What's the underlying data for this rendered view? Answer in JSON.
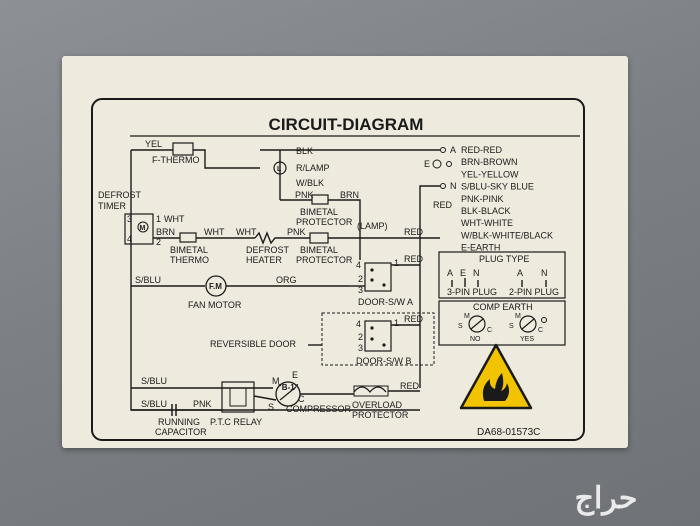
{
  "title": "CIRCUIT-DIAGRAM",
  "part_number": "DA68-01573C",
  "labels": {
    "yel": "YEL",
    "f_thermo": "F-THERMO",
    "defrost_timer_1": "DEFROST",
    "defrost_timer_2": "TIMER",
    "t3": "3",
    "t4": "4",
    "t1": "1",
    "t2": "2",
    "wht1": "WHT",
    "brn1": "BRN",
    "wht2": "WHT",
    "wht3": "WHT",
    "pnk1": "PNK",
    "bimetal_thermo_1": "BIMETAL",
    "bimetal_thermo_2": "THERMO",
    "defrost_heater_1": "DEFROST",
    "defrost_heater_2": "HEATER",
    "bimetal_protector_1": "BIMETAL",
    "bimetal_protector_2": "PROTECTOR",
    "blk": "BLK",
    "r_lamp": "R/LAMP",
    "w_blk": "W/BLK",
    "pnk2": "PNK",
    "brn2": "BRN",
    "bp_top_1": "BIMETAL",
    "bp_top_2": "PROTECTOR",
    "lamp": "(LAMP)",
    "red1": "RED",
    "red2": "RED",
    "red3": "RED",
    "red4": "RED",
    "red5": "RED",
    "sblu1": "S/BLU",
    "sblu2": "S/BLU",
    "sblu3": "S/BLU",
    "fm": "F.M",
    "org": "ORG",
    "fan_motor": "FAN MOTOR",
    "door_a": "DOOR-S/W A",
    "door_b": "DOOR-S/W B",
    "reversible_door": "REVERSIBLE DOOR",
    "sw4a": "4",
    "sw1a": "1",
    "sw2a": "2",
    "sw3a": "3",
    "sw4b": "4",
    "sw1b": "1",
    "sw2b": "2",
    "sw3b": "3",
    "m": "M",
    "e": "E",
    "s": "S",
    "c": "C",
    "b1": "\"B-1\"",
    "compressor": "COMPRESSOR",
    "overload_1": "OVERLOAD",
    "overload_2": "PROTECTOR",
    "running_cap_1": "RUNNING",
    "running_cap_2": "CAPACITOR",
    "ptc_relay": "P.T.C RELAY",
    "pnk3": "PNK",
    "a": "A",
    "e_sym": "E",
    "n": "N"
  },
  "color_legend": [
    "RED-RED",
    "BRN-BROWN",
    "YEL-YELLOW",
    "S/BLU-SKY BLUE",
    "PNK-PINK",
    "BLK-BLACK",
    "WHT-WHITE",
    "W/BLK-WHITE/BLACK",
    "E-EARTH"
  ],
  "plug_type": {
    "title": "PLUG TYPE",
    "three_pin": "3-PIN PLUG",
    "two_pin": "2-PIN PLUG",
    "a": "A",
    "n": "N",
    "e": "E"
  },
  "comp_earth": {
    "title": "COMP EARTH",
    "m1": "M",
    "s1": "S",
    "c1": "C",
    "no": "NO",
    "m2": "M",
    "s2": "S",
    "c2": "C",
    "yes": "YES"
  },
  "watermark": "حراج",
  "colors": {
    "ink": "#1a1a1a",
    "label_bg": "#eeeade",
    "warning_yellow": "#f2c400"
  }
}
